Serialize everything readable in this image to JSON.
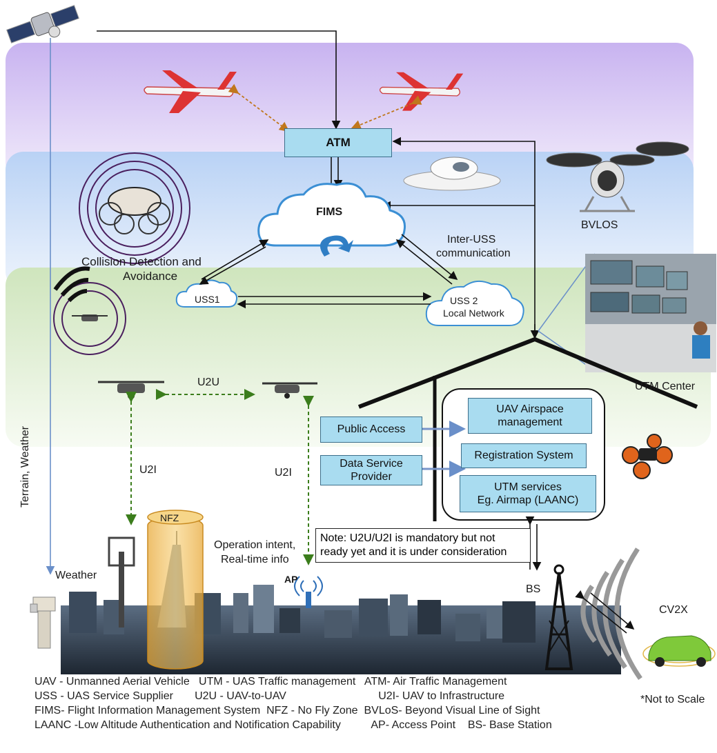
{
  "atm_box": "ATM",
  "fims_label": "FIMS",
  "uss1_label": "USS1",
  "uss2_label": "USS 2",
  "uss2_sub": "Local Network",
  "inter_uss_1": "Inter-USS",
  "inter_uss_2": "communication",
  "collision_1": "Collision Detection and",
  "collision_2": "Avoidance",
  "bvlos_label": "BVLOS",
  "utm_center_label": "UTM Center",
  "u2u_label": "U2U",
  "u2i_left": "U2I",
  "u2i_right": "U2I",
  "terrain_weather": "Terrain, Weather",
  "public_access": "Public Access",
  "data_service_1": "Data Service",
  "data_service_2": "Provider",
  "uav_airspace_1": "UAV Airspace",
  "uav_airspace_2": "management",
  "registration": "Registration System",
  "utm_services_1": "UTM services",
  "utm_services_2": "Eg. Airmap (LAANC)",
  "note_1": "Note: U2U/U2I is mandatory but not",
  "note_2": "ready yet and it is under consideration",
  "nfz_label": "NFZ",
  "op_intent_1": "Operation intent,",
  "op_intent_2": "Real-time info",
  "ap_label": "AP",
  "weather_label": "Weather",
  "bs_label": "BS",
  "cv2x_label": "CV2X",
  "not_to_scale": "*Not to Scale",
  "legend_rows": [
    "UAV - Unmanned Aerial Vehicle   UTM - UAS Traffic management   ATM- Air Traffic Management",
    "USS - UAS Service Supplier       U2U - UAV-to-UAV                              U2I- UAV to Infrastructure",
    "FIMS- Flight Information Management System  NFZ - No Fly Zone  BVLoS- Beyond Visual Line of Sight",
    "LAANC -Low Altitude Authentication and Notification Capability          AP- Access Point    BS- Base Station"
  ],
  "colors": {
    "sky_top": "#d9c6f5",
    "sky_mid": "#c9dcf7",
    "ground": "#dbeccd",
    "box_fill": "#a9dcf0",
    "u2u_arrow": "#3b7d1c",
    "atm_link": "#c0771c"
  }
}
